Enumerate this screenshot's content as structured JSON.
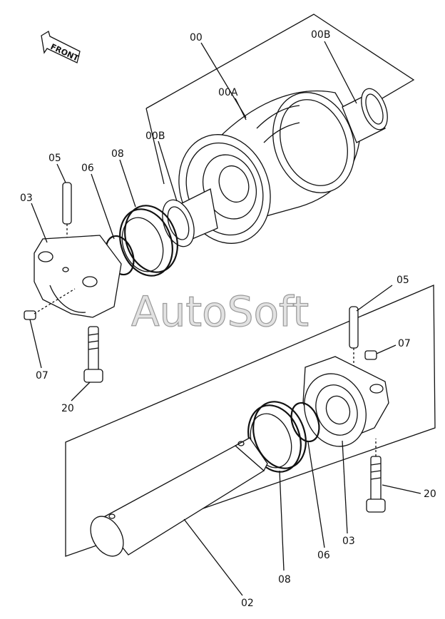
{
  "watermark": "AutoSoft",
  "direction_label": "FRONT",
  "part_labels": {
    "p00": "00",
    "p00A": "00A",
    "p00B_top": "00B",
    "p00B_left": "00B",
    "p05_left": "05",
    "p06_left": "06",
    "p08_left": "08",
    "p03_left": "03",
    "p07_left": "07",
    "p20_left": "20",
    "p05_right": "05",
    "p07_right": "07",
    "p20_right": "20",
    "p03_right": "03",
    "p06_right": "06",
    "p08_right": "08",
    "p02": "02"
  }
}
